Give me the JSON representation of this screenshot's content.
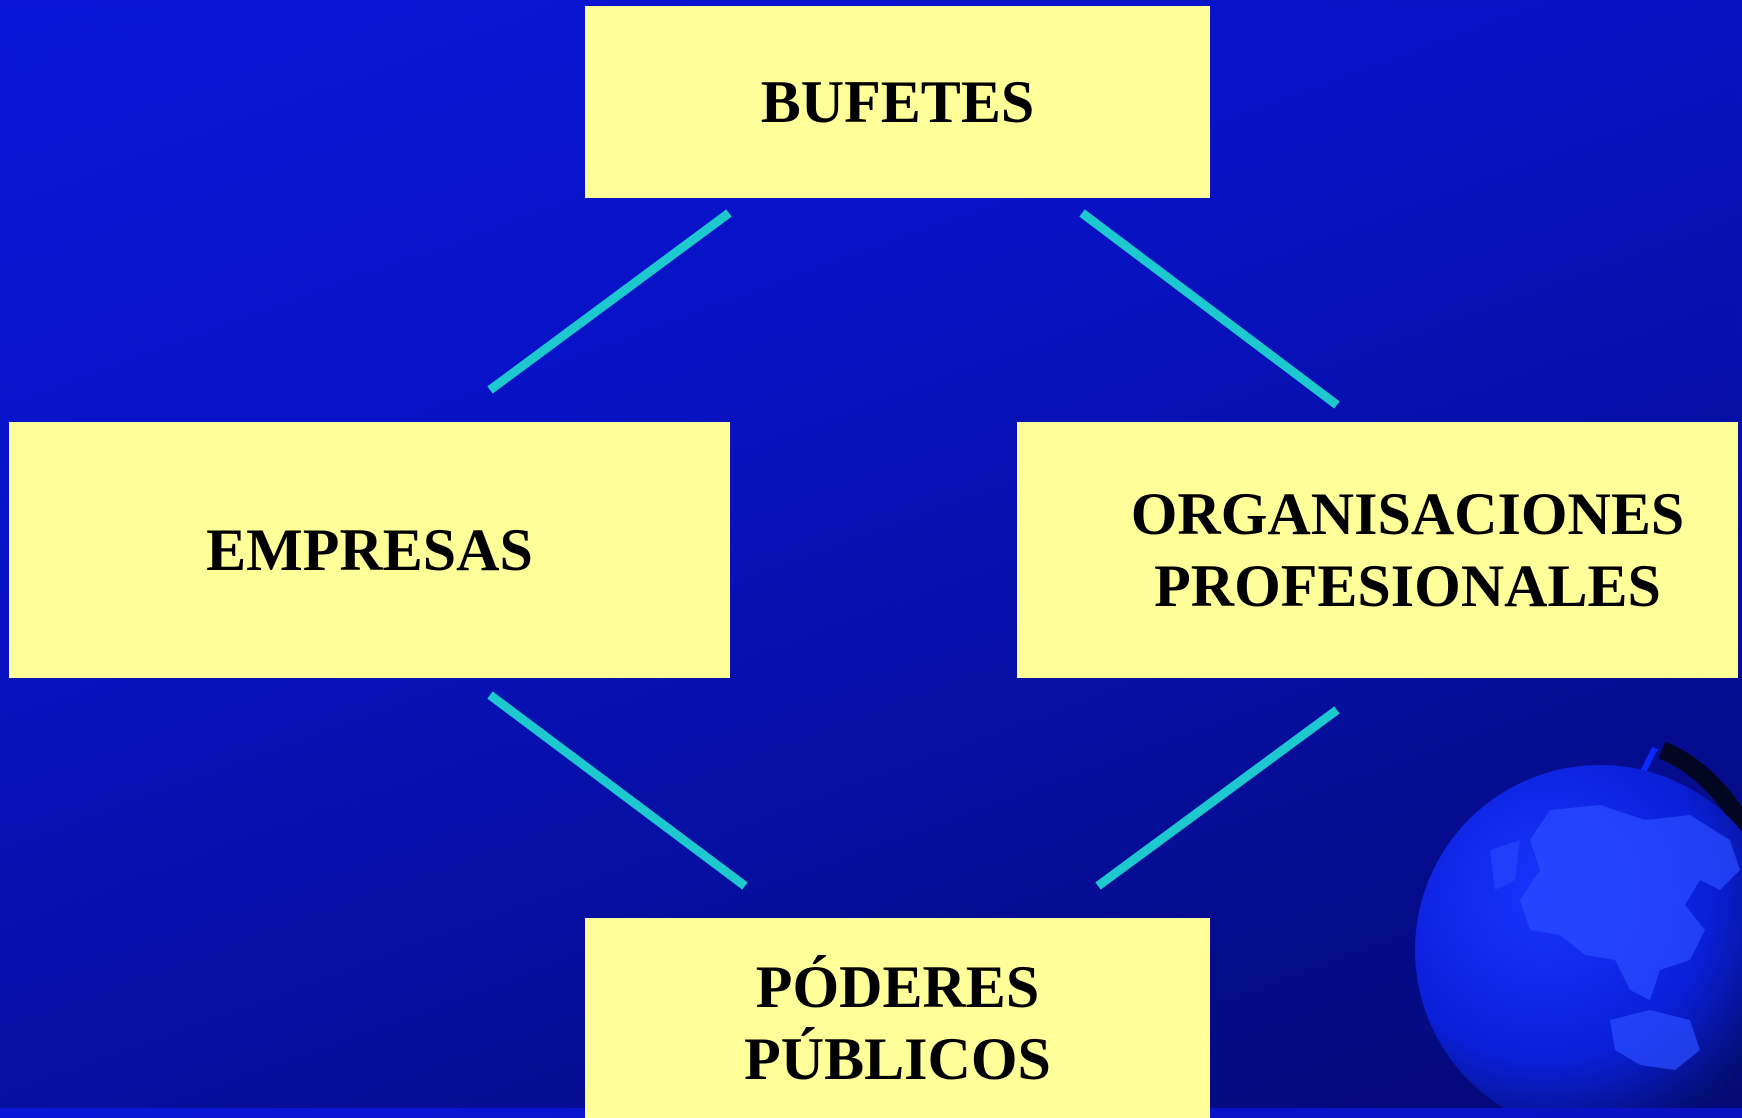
{
  "nodes": {
    "bufetes": {
      "lines": [
        "BUFETES"
      ]
    },
    "empresas": {
      "lines": [
        "EMPRESAS"
      ]
    },
    "organisaciones": {
      "lines": [
        "ORGANISACIONES",
        "PROFESIONALES"
      ]
    },
    "poderes": {
      "lines": [
        "PÓDERES",
        "PÚBLICOS"
      ]
    }
  },
  "connectors": [
    {
      "from": "bufetes",
      "to": "empresas"
    },
    {
      "from": "bufetes",
      "to": "organisaciones"
    },
    {
      "from": "empresas",
      "to": "poderes"
    },
    {
      "from": "organisaciones",
      "to": "poderes"
    }
  ],
  "colors": {
    "background": "#0812c4",
    "box_fill": "#ffff99",
    "connector": "#1ec8cf",
    "text": "#000000"
  },
  "decoration": {
    "icon": "globe-icon"
  }
}
